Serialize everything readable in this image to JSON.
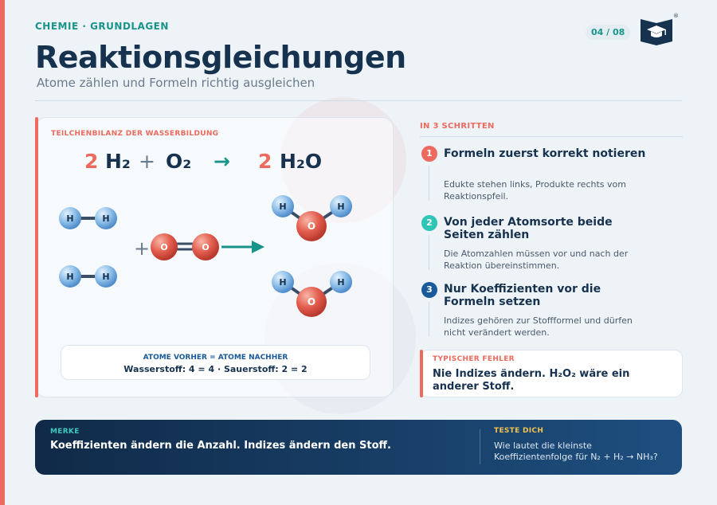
{
  "header": {
    "category": "CHEMIE · GRUNDLAGEN",
    "page": "04 / 08",
    "registered_mark": "®",
    "title": "Reaktionsgleichungen",
    "subtitle": "Atome zählen und Formeln richtig ausgleichen"
  },
  "panel": {
    "label": "TEILCHENBILANZ DER WASSERBILDUNG",
    "equation": {
      "coef1": "2",
      "reactant1": "H₂",
      "plus": "+",
      "reactant2": "O₂",
      "arrow": "→",
      "coef2": "2",
      "product": "H₂O"
    },
    "atoms": {
      "hydrogen": "H",
      "oxygen": "O",
      "plus": "+"
    },
    "balance": {
      "label": "ATOME VORHER = ATOME NACHHER",
      "text": "Wasserstoff: 4 = 4 · Sauerstoff: 2 = 2"
    }
  },
  "steps": {
    "label": "IN 3 SCHRITTEN",
    "items": [
      {
        "num": "1",
        "title": "Formeln zuerst korrekt notieren",
        "desc": "Edukte stehen links, Produkte rechts vom Reaktionspfeil.",
        "color": "#ec6a5e"
      },
      {
        "num": "2",
        "title": "Von jeder Atomsorte beide Seiten zählen",
        "desc": "Die Atomzahlen müssen vor und nach der Reaktion übereinstimmen.",
        "color": "#2ec4b6"
      },
      {
        "num": "3",
        "title": "Nur Koeffizienten vor die Formeln setzen",
        "desc": "Indizes gehören zur Stoffformel und dürfen nicht verändert werden.",
        "color": "#1a5a9a"
      }
    ]
  },
  "error_card": {
    "label": "TYPISCHER FEHLER",
    "text": "Nie Indizes ändern. H₂O₂ wäre ein anderer Stoff."
  },
  "footer": {
    "merke_label": "MERKE",
    "merke_text": "Koeffizienten ändern die Anzahl. Indizes ändern den Stoff.",
    "test_label": "TESTE DICH",
    "test_text": "Wie lautet die kleinste Koeffizientenfolge für N₂ + H₂ → NH₃?"
  },
  "colors": {
    "accent_red": "#ec6a5e",
    "teal": "#18948a",
    "navy": "#16324f",
    "hydrogen": "#7fb4e6",
    "oxygen": "#e05a4c"
  },
  "icons": [
    "book-graduation-cap-icon",
    "arrow-right-icon"
  ]
}
